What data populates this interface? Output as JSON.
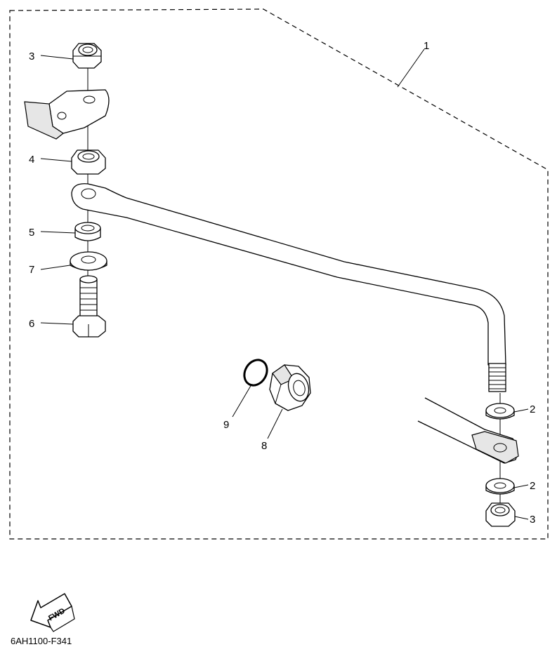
{
  "drawing_code": "6AH1100-F341",
  "fwd_label": "FWD",
  "callouts": [
    {
      "id": "c1",
      "label": "1"
    },
    {
      "id": "c2a",
      "label": "2"
    },
    {
      "id": "c2b",
      "label": "2"
    },
    {
      "id": "c3a",
      "label": "3"
    },
    {
      "id": "c3b",
      "label": "3"
    },
    {
      "id": "c4",
      "label": "4"
    },
    {
      "id": "c5",
      "label": "5"
    },
    {
      "id": "c6",
      "label": "6"
    },
    {
      "id": "c7",
      "label": "7"
    },
    {
      "id": "c8",
      "label": "8"
    },
    {
      "id": "c9",
      "label": "9"
    }
  ]
}
